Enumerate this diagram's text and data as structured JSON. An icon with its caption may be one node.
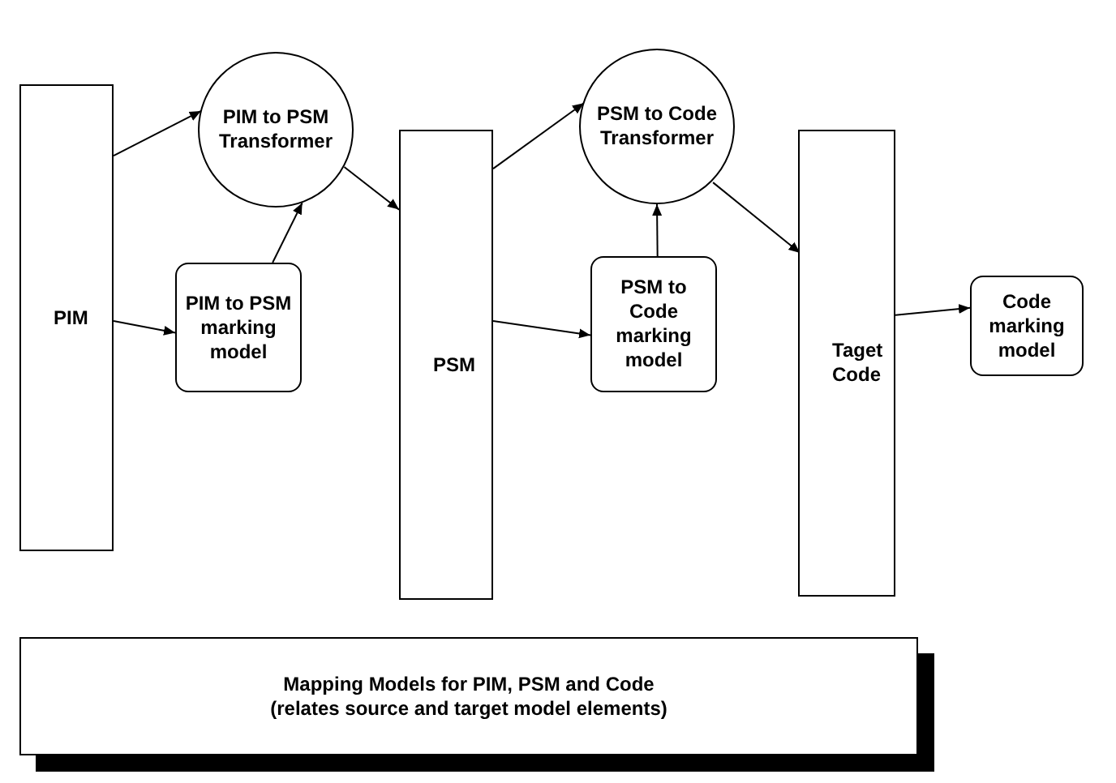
{
  "diagram": {
    "nodes": [
      {
        "text": [
          "PIM"
        ]
      },
      {
        "text": [
          "PIM to PSM Transformer"
        ]
      },
      {
        "text": [
          "PIM to PSM marking model"
        ]
      },
      {
        "text": [
          "PSM"
        ]
      },
      {
        "text": [
          "PSM to Code Transformer"
        ]
      },
      {
        "text": [
          "PSM to Code marking model"
        ]
      },
      {
        "text": [
          "Taget Code"
        ]
      },
      {
        "text": [
          "Code marking model"
        ]
      },
      {
        "text": [
          "Mapping Models for PIM, PSM and Code",
          "(relates source and target model elements)"
        ]
      }
    ],
    "edges": [
      {
        "from": 0,
        "to": 1,
        "arrow": "to"
      },
      {
        "from": 0,
        "to": 2,
        "arrow": "to"
      },
      {
        "from": 2,
        "to": 1,
        "arrow": "to"
      },
      {
        "from": 1,
        "to": 3,
        "arrow": "to"
      },
      {
        "from": 3,
        "to": 4,
        "arrow": "to"
      },
      {
        "from": 3,
        "to": 5,
        "arrow": "to"
      },
      {
        "from": 5,
        "to": 4,
        "arrow": "to"
      },
      {
        "from": 4,
        "to": 6,
        "arrow": "to"
      },
      {
        "from": 6,
        "to": 7,
        "arrow": "to"
      }
    ]
  }
}
